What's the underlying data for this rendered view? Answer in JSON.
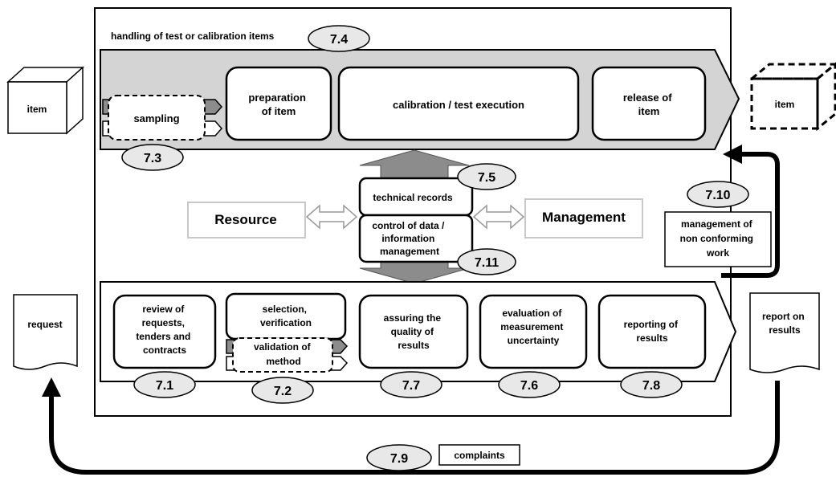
{
  "main_frame": {
    "title": "handling of test or calibration items"
  },
  "top_band": {
    "sampling": "sampling",
    "preparation": [
      "preparation",
      "of item"
    ],
    "execution": "calibration / test execution",
    "release": [
      "release of",
      "item"
    ]
  },
  "center": {
    "technical_records": "technical records",
    "control_data": [
      "control of data /",
      "information",
      "management"
    ]
  },
  "resource": "Resource",
  "management": "Management",
  "bottom_band": {
    "review": [
      "review of",
      "requests,",
      "tenders and",
      "contracts"
    ],
    "selection": [
      "selection,",
      "verification"
    ],
    "validation": [
      "validation of",
      "method"
    ],
    "assuring": [
      "assuring the",
      "quality of",
      "results"
    ],
    "evaluation": [
      "evaluation of",
      "measurement",
      "uncertainty"
    ],
    "reporting": [
      "reporting of",
      "results"
    ]
  },
  "external": {
    "item_in": "item",
    "item_out": "item",
    "request": "request",
    "report": [
      "report on",
      "results"
    ],
    "nonconforming": [
      "management of",
      "non conforming",
      "work"
    ],
    "complaints": "complaints"
  },
  "clauses": {
    "c74": "7.4",
    "c73": "7.3",
    "c75": "7.5",
    "c711": "7.11",
    "c710": "7.10",
    "c71": "7.1",
    "c72": "7.2",
    "c77": "7.7",
    "c76": "7.6",
    "c78": "7.8",
    "c79": "7.9"
  },
  "colors": {
    "band": "#d4d4d4",
    "ellipse": "#e8e8e8",
    "arrow_dark": "#8c8c8c",
    "resource_border": "#c8c8c8"
  }
}
